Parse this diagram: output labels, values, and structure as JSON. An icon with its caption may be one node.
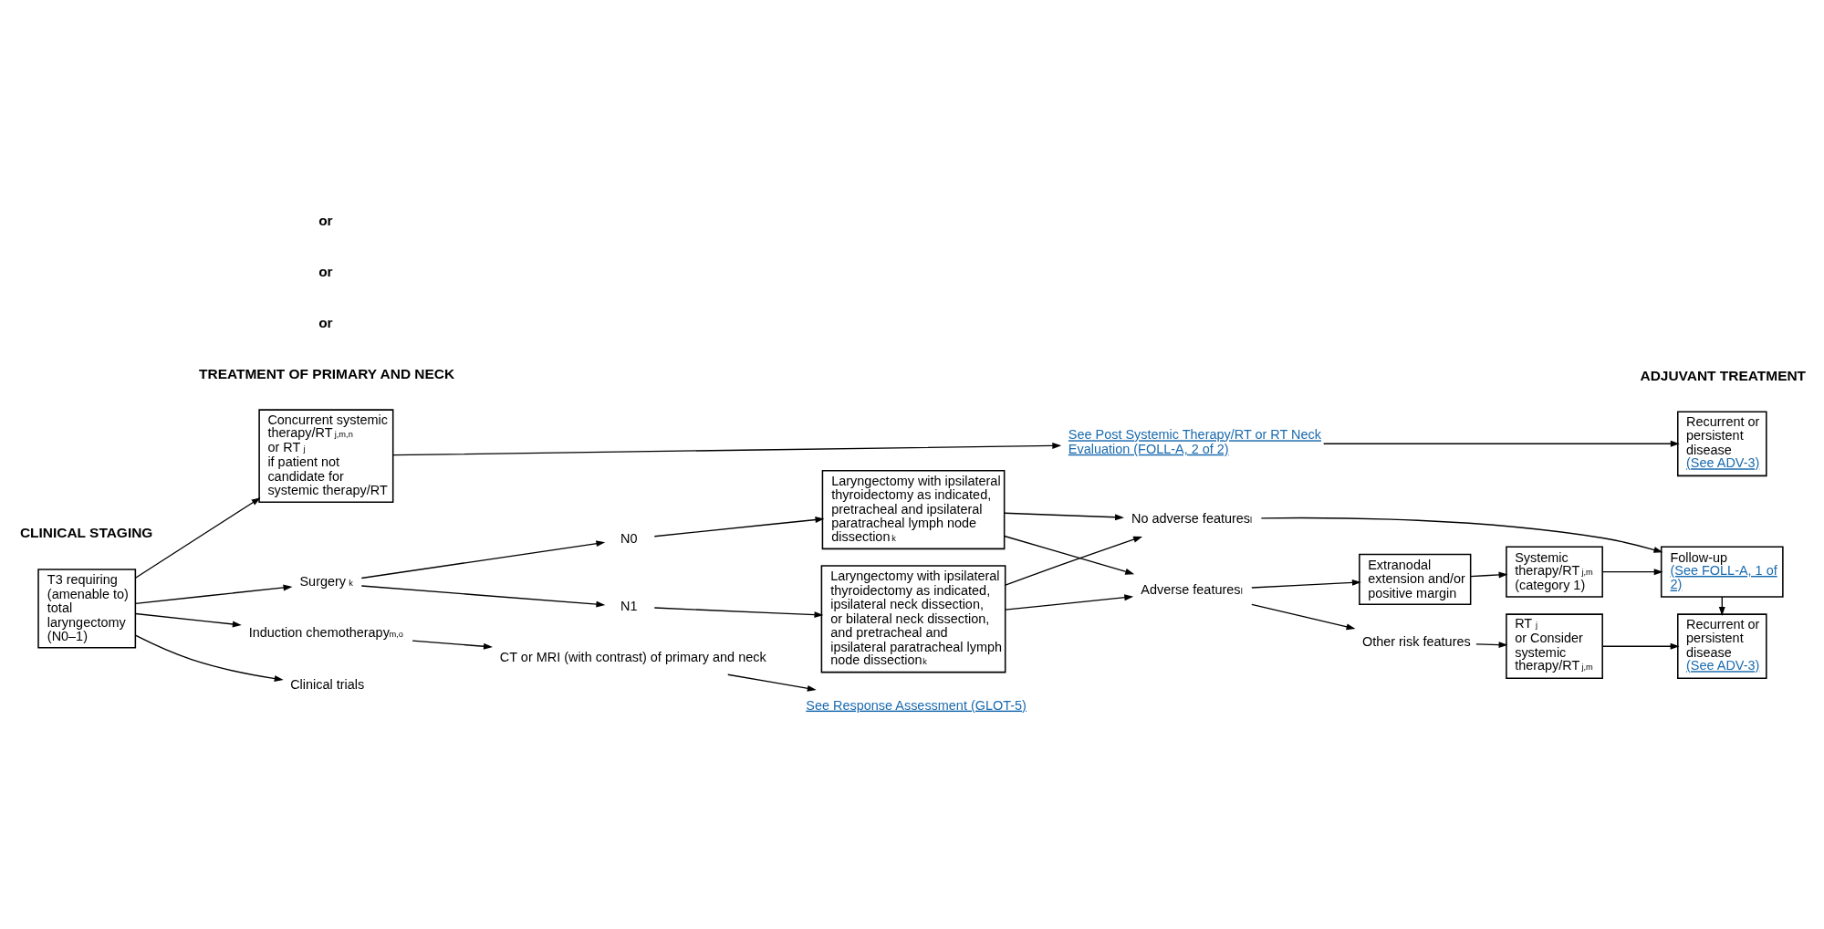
{
  "diagram": {
    "nodes": [
      {
        "text": [
          "T3 requiring (amenable to) total laryngectomy (N0–1)"
        ]
      },
      {
        "text": [
          "Concurrent systemic therapy/RT$^{j,m,n}$ or RT$^{j}$ if patient not candidate for systemic therapy/RT"
        ]
      },
      {
        "text": [
          "Surgery$^{k}$"
        ]
      },
      {
        "text": [
          "Induction chemotherapy$^{m,o}$"
        ]
      },
      {
        "text": [
          "Clinical trials"
        ]
      },
      {
        "text": [
          "N0"
        ]
      },
      {
        "text": [
          "N1"
        ]
      },
      {
        "text": [
          "Laryngectomy with ipsilateral thyroidectomy as indicated, pretracheal and ipsilateral paratracheal lymph node dissection$^{k}$"
        ]
      },
      {
        "text": [
          "Laryngectomy with ipsilateral thyroidectomy as indicated, ipsilateral neck dissection, or bilateral neck dissection, and pretracheal and ipsilateral paratracheal lymph node dissection$^{k}$"
        ]
      },
      {
        "text": [
          "See Post Systemic Therapy/RT or RT Neck Evaluation (FOLL-A, 2 of 2)"
        ]
      },
      {
        "text": [
          "Recurrent or persistent disease",
          "(See ADV-3)"
        ]
      },
      {
        "text": [
          "No adverse features$^{l}$"
        ]
      },
      {
        "text": [
          "Adverse features$^{l}$"
        ]
      },
      {
        "text": [
          "Extranodal extension and/or positive margin"
        ]
      },
      {
        "text": [
          "Other risk features"
        ]
      },
      {
        "text": [
          "Systemic therapy/RT$^{j,m}$ (category 1)"
        ]
      },
      {
        "text": [
          "RT$^{j}$ or Consider systemic therapy/RT$^{j,m}$"
        ]
      },
      {
        "text": [
          "Follow-up",
          "(See FOLL-A, 1 of 2)"
        ]
      },
      {
        "text": [
          "Recurrent or persistent disease",
          "(See ADV-3)"
        ]
      },
      {
        "text": [
          "CT or MRI (with contrast) of primary and neck"
        ]
      },
      {
        "text": [
          "See Response Assessment (GLOT-5)"
        ]
      }
    ],
    "edges": [
      {
        "from": 0,
        "to": 1,
        "arrow": "to"
      },
      {
        "from": 0,
        "to": 2,
        "arrow": "to"
      },
      {
        "from": 0,
        "to": 3,
        "arrow": "to"
      },
      {
        "from": 0,
        "to": 4,
        "arrow": "to"
      },
      {
        "from": 1,
        "to": 9,
        "arrow": "to"
      },
      {
        "from": 9,
        "to": 10,
        "arrow": "to"
      },
      {
        "from": 2,
        "to": 5,
        "arrow": "to"
      },
      {
        "from": 2,
        "to": 6,
        "arrow": "to"
      },
      {
        "from": 5,
        "to": 7,
        "arrow": "to"
      },
      {
        "from": 6,
        "to": 8,
        "arrow": "to"
      },
      {
        "from": 7,
        "to": 11,
        "arrow": "to"
      },
      {
        "from": 7,
        "to": 12,
        "arrow": "to"
      },
      {
        "from": 8,
        "to": 11,
        "arrow": "to"
      },
      {
        "from": 8,
        "to": 12,
        "arrow": "to"
      },
      {
        "from": 11,
        "to": 17,
        "arrow": "to"
      },
      {
        "from": 12,
        "to": 13,
        "arrow": "to"
      },
      {
        "from": 12,
        "to": 14,
        "arrow": "to"
      },
      {
        "from": 13,
        "to": 15,
        "arrow": "to"
      },
      {
        "from": 14,
        "to": 16,
        "arrow": "to"
      },
      {
        "from": 15,
        "to": 17,
        "arrow": "to"
      },
      {
        "from": 16,
        "to": 18,
        "arrow": "to"
      },
      {
        "from": 17,
        "to": 18,
        "arrow": "to"
      },
      {
        "from": 3,
        "to": 19,
        "arrow": "to"
      },
      {
        "from": 19,
        "to": 20,
        "arrow": "to"
      }
    ],
    "labels": [
      "CLINICAL STAGING",
      "TREATMENT OF PRIMARY AND NECK",
      "ADJUVANT TREATMENT",
      "or",
      "or",
      "or"
    ]
  }
}
